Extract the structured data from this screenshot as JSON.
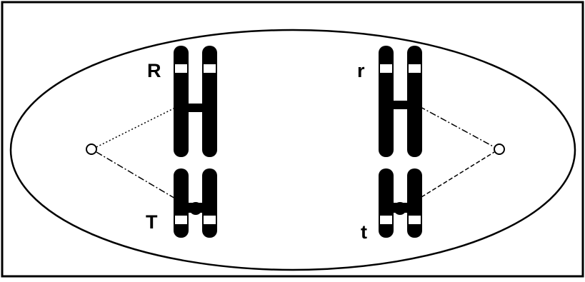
{
  "diagram": {
    "colors": {
      "ink": "#000000",
      "band": "#ffffff",
      "background": "#ffffff"
    },
    "alleles": {
      "left_upper": "R",
      "left_lower": "T",
      "right_upper": "r",
      "right_lower": "t"
    }
  }
}
